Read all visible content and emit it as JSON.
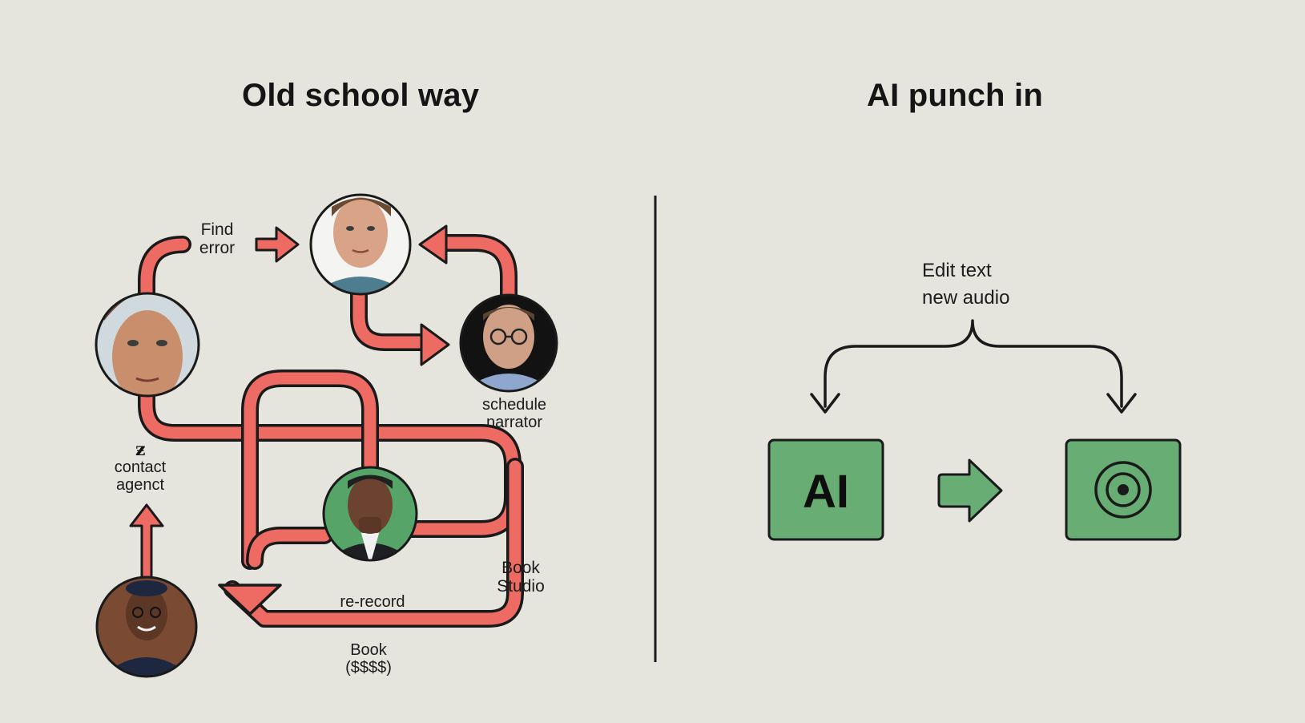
{
  "left_panel": {
    "title": "Old school way",
    "labels": {
      "find_error": [
        "Find",
        "error"
      ],
      "schedule_narrator": [
        "schedule",
        "narrator"
      ],
      "contact_agent": [
        "contact",
        "agenct"
      ],
      "book_studio": [
        "Book",
        "Studio"
      ],
      "re_record": "re-record",
      "book_cost": [
        "Book",
        "($$$$)"
      ]
    }
  },
  "right_panel": {
    "title": "AI punch in",
    "edit_label": [
      "Edit text",
      "new audio"
    ],
    "ai_box_text": "AI"
  },
  "colors": {
    "background": "#e5e4dd",
    "arrow_fill": "#ee6b64",
    "outline": "#1a1a1a",
    "box_green": "#67ad74"
  },
  "icons": [
    "person-avatar",
    "arrow-icon",
    "audio-target-icon"
  ]
}
